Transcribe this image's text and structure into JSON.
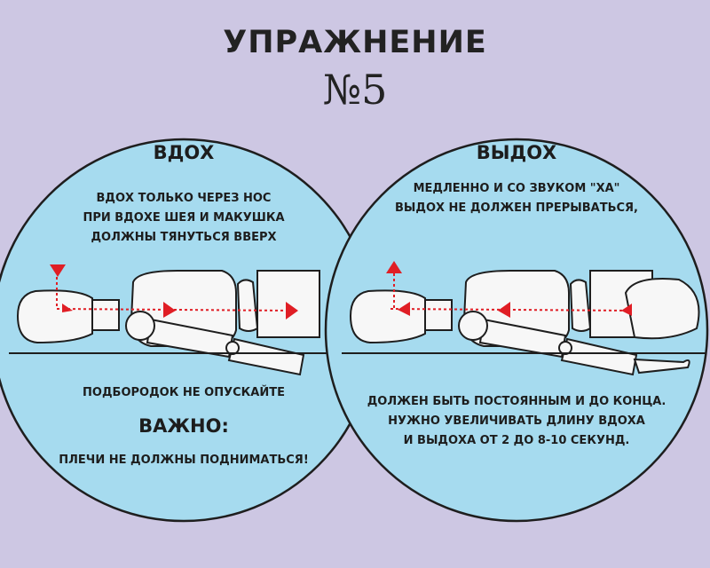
{
  "title": {
    "line1": "УПРАЖНЕНИЕ",
    "line2": "№5"
  },
  "left": {
    "header": "ВДОХ",
    "lines": [
      "ВДОХ ТОЛЬКО ЧЕРЕЗ НОС",
      "ПРИ ВДОХЕ ШЕЯ И МАКУШКА",
      "ДОЛЖНЫ ТЯНУТЬСЯ ВВЕРХ"
    ],
    "note": "ПОДБОРОДОК НЕ ОПУСКАЙТЕ",
    "important": "ВАЖНО:",
    "important_text": "ПЛЕЧИ НЕ ДОЛЖНЫ ПОДНИМАТЬСЯ!"
  },
  "right": {
    "header": "ВЫДОХ",
    "lines": [
      "МЕДЛЕННО И СО ЗВУКОМ \"ХА\"",
      "ВЫДОХ НЕ ДОЛЖЕН ПРЕРЫВАТЬСЯ,"
    ],
    "bottom_lines": [
      "ДОЛЖЕН БЫТЬ ПОСТОЯННЫМ И ДО КОНЦА.",
      "НУЖНО УВЕЛИЧИВАТЬ  ДЛИНУ ВДОХА",
      "И ВЫДОХА ОТ 2 ДО 8-10 СЕКУНД."
    ]
  },
  "colors": {
    "background": "#cdc7e3",
    "circle": "#a6dbef",
    "arrow": "#e01e25",
    "figure": "#f7f7f7",
    "outline": "#1e1e1e"
  }
}
